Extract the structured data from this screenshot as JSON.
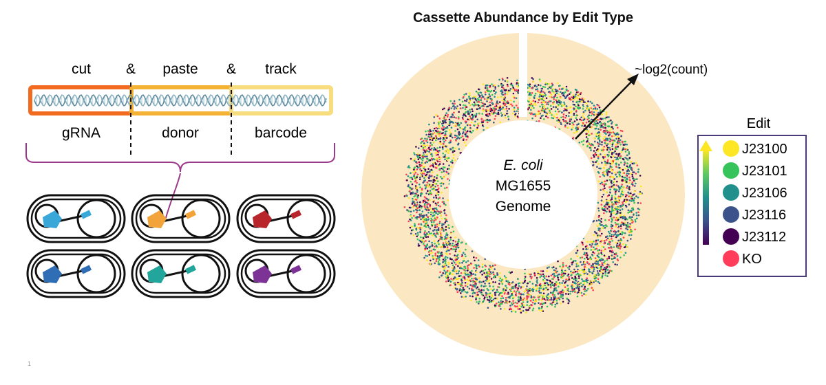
{
  "title": "Cassette Abundance by Edit Type",
  "cassette": {
    "top_labels": [
      "cut",
      "paste",
      "track"
    ],
    "ampersand": "&",
    "bottom_labels": [
      "gRNA",
      "donor",
      "barcode"
    ],
    "segment_colors": [
      "#f26b21",
      "#f5b335",
      "#f7dd7e"
    ]
  },
  "cells": [
    {
      "color": "#3aa7d9"
    },
    {
      "color": "#f2a43a"
    },
    {
      "color": "#b8262c"
    },
    {
      "color": "#2f6db5"
    },
    {
      "color": "#22a59a"
    },
    {
      "color": "#7d3296"
    }
  ],
  "genome": {
    "organism": "E. coli",
    "strain": "MG1655",
    "label": "Genome",
    "axis_label": "~log2(count)",
    "ring_color": "#fbe8c2"
  },
  "legend": {
    "title": "Edit",
    "border_color": "#4a3a7a",
    "items": [
      {
        "label": "J23100",
        "color": "#fde725"
      },
      {
        "label": "J23101",
        "color": "#35c35a"
      },
      {
        "label": "J23106",
        "color": "#21908d"
      },
      {
        "label": "J23116",
        "color": "#3b528b"
      },
      {
        "label": "J23112",
        "color": "#440154"
      },
      {
        "label": "KO",
        "color": "#ff3d5a"
      }
    ]
  },
  "footer": {
    "page_number": "1"
  }
}
